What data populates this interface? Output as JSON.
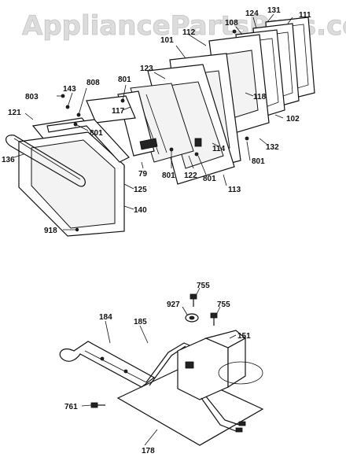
{
  "watermark": "AppliancePartsPros.com",
  "labels": {
    "p803": "803",
    "p143": "143",
    "p808": "808",
    "p801a": "801",
    "p117": "117",
    "p121": "121",
    "p801b": "801",
    "p136": "136",
    "p79": "79",
    "p125": "125",
    "p140": "140",
    "p918": "918",
    "p123": "123",
    "p101": "101",
    "p112": "112",
    "p108": "108",
    "p124": "124",
    "p131": "131",
    "p111": "111",
    "p118": "118",
    "p102": "102",
    "p114": "114",
    "p132": "132",
    "p801c": "801",
    "p801d": "801",
    "p122": "122",
    "p801e": "801",
    "p113": "113",
    "p755a": "755",
    "p927": "927",
    "p755b": "755",
    "p184": "184",
    "p185": "185",
    "p151": "151",
    "p761": "761",
    "p178": "178"
  }
}
